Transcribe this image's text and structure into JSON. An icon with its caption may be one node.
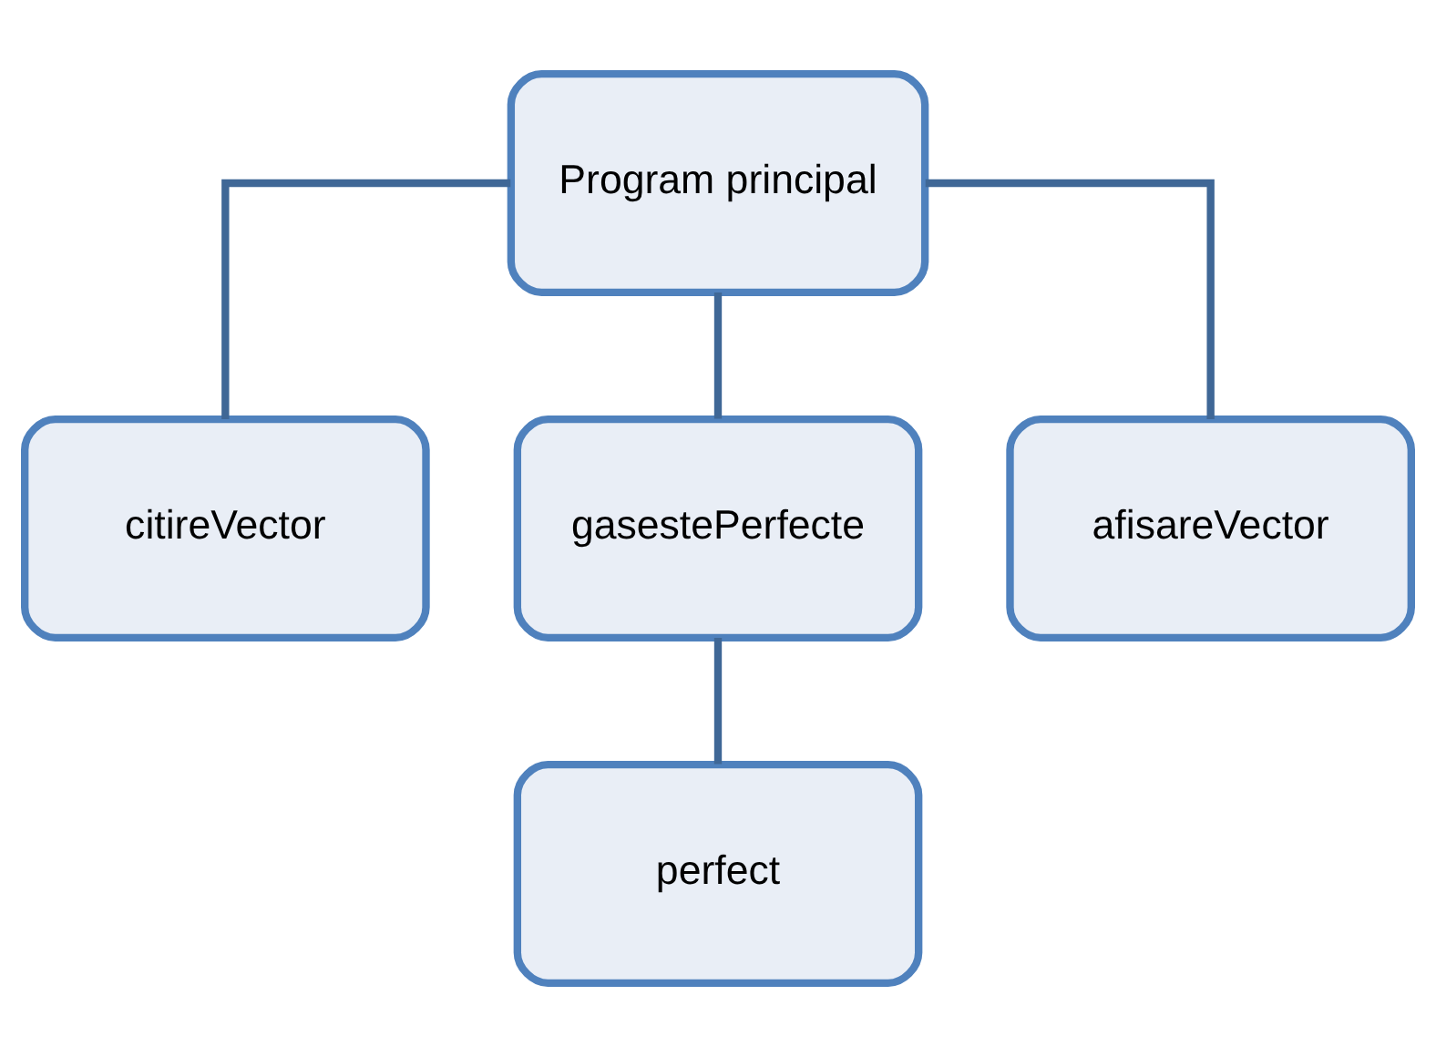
{
  "diagram": {
    "nodes": [
      {
        "text": [
          "Program principal"
        ]
      },
      {
        "text": [
          "citireVector"
        ]
      },
      {
        "text": [
          "gasestePerfecte"
        ]
      },
      {
        "text": [
          "afisareVector"
        ]
      },
      {
        "text": [
          "perfect"
        ]
      }
    ],
    "edges": [
      {
        "from": 0,
        "to": 1,
        "arrow": "none"
      },
      {
        "from": 0,
        "to": 2,
        "arrow": "none"
      },
      {
        "from": 0,
        "to": 3,
        "arrow": "none"
      },
      {
        "from": 2,
        "to": 4,
        "arrow": "none"
      }
    ]
  }
}
